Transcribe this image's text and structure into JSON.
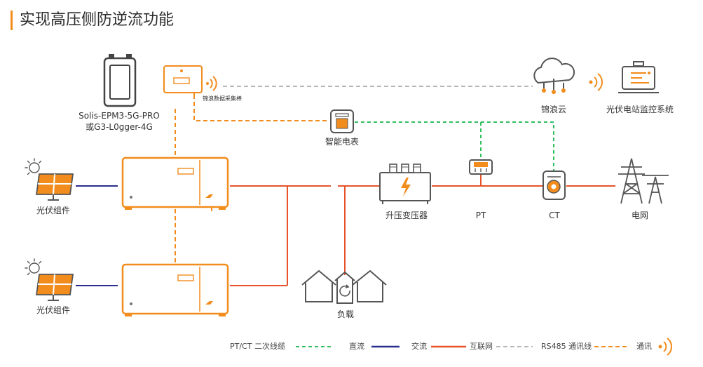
{
  "title": "实现高压侧防逆流功能",
  "colors": {
    "accent": "#f28c1c",
    "dc": "#2a2e8c",
    "ac": "#e8522a",
    "ptct": "#2fbf5f",
    "internet": "#b8b8b8",
    "rs485": "#f28c1c",
    "device_stroke": "#555555"
  },
  "labels": {
    "logger_line1": "Solis-EPM3-5G-PRO",
    "logger_line2": "或G3-L0gger-4G",
    "stick_caption": "锦浪数据采集棒",
    "smart_meter": "智能电表",
    "cloud": "锦浪云",
    "monitor": "光伏电站监控系统",
    "pv_module_1": "光伏组件",
    "pv_module_2": "光伏组件",
    "transformer": "升压变压器",
    "pt": "PT",
    "ct": "CT",
    "grid": "电网",
    "load": "负载"
  },
  "legend": {
    "ptct": "PT/CT 二次线缆",
    "dc": "直流",
    "ac": "交流",
    "internet": "互联网",
    "rs485": "RS485 通讯线",
    "comm": "通讯"
  },
  "icons": [
    "logger-device-icon",
    "data-stick-icon",
    "wifi-signal-icon",
    "cloud-icon",
    "monitor-computer-icon",
    "smart-meter-icon",
    "solar-panel-icon",
    "inverter-icon",
    "transformer-icon",
    "pt-icon",
    "ct-icon",
    "transmission-tower-icon",
    "house-load-icon"
  ]
}
